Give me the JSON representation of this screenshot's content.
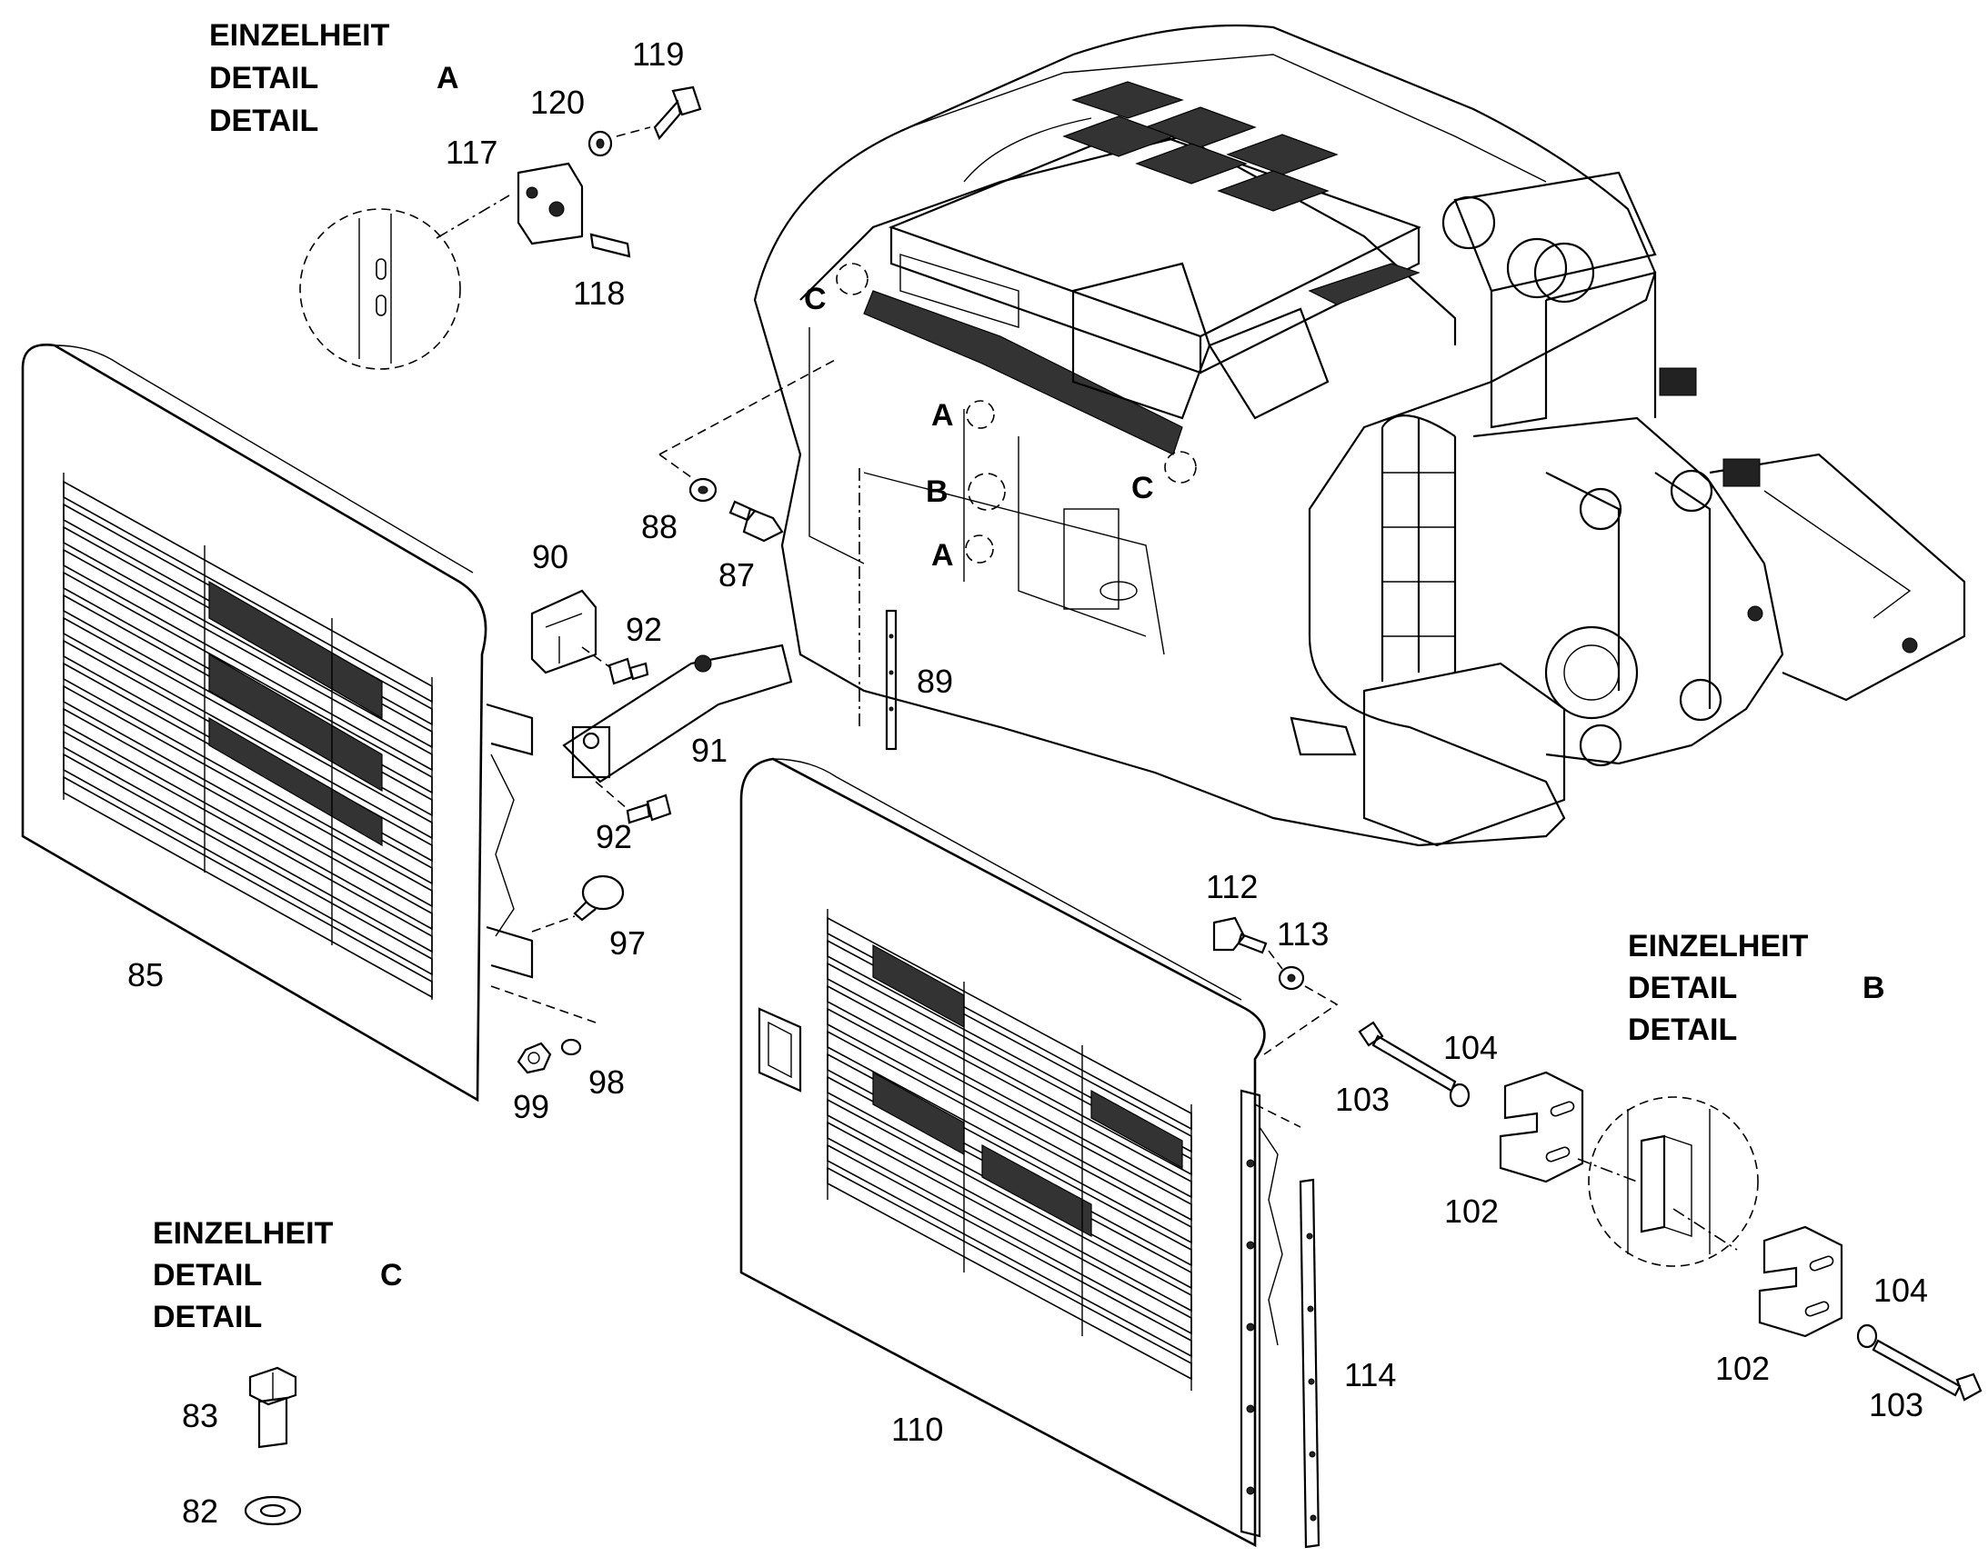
{
  "details": {
    "a": {
      "line1": "EINZELHEIT",
      "line2": "DETAIL",
      "letter": "A",
      "line3": "DETAIL"
    },
    "b": {
      "line1": "EINZELHEIT",
      "line2": "DETAIL",
      "letter": "B",
      "line3": "DETAIL"
    },
    "c": {
      "line1": "EINZELHEIT",
      "line2": "DETAIL",
      "letter": "C",
      "line3": "DETAIL"
    }
  },
  "callouts": {
    "c_top": "C",
    "c_right": "C",
    "a_upper": "A",
    "b_mid": "B",
    "a_lower": "A"
  },
  "parts": {
    "p119": "119",
    "p120": "120",
    "p117": "117",
    "p118": "118",
    "p88": "88",
    "p87": "87",
    "p90": "90",
    "p92_top": "92",
    "p92_bottom": "92",
    "p91": "91",
    "p89": "89",
    "p97": "97",
    "p85": "85",
    "p99": "99",
    "p98": "98",
    "p112": "112",
    "p113": "113",
    "p104_top": "104",
    "p103_top": "103",
    "p102_top": "102",
    "p104_bottom": "104",
    "p102_bottom": "102",
    "p103_bottom": "103",
    "p114": "114",
    "p110": "110",
    "p83": "83",
    "p82": "82"
  }
}
